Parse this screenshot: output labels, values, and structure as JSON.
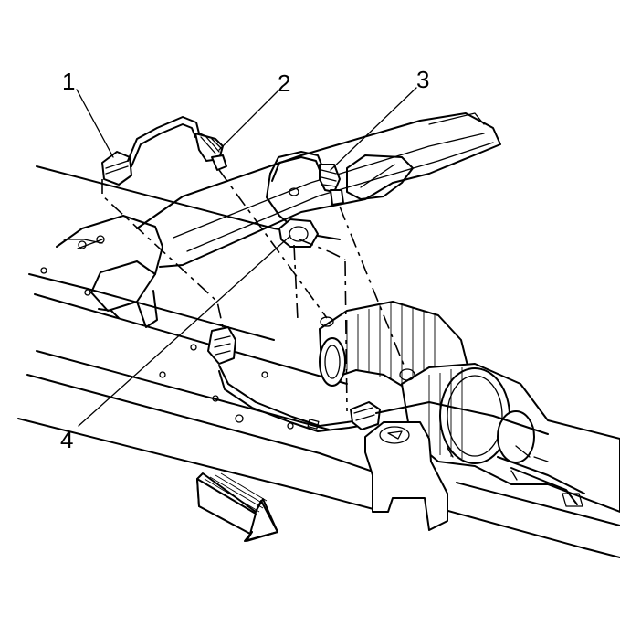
{
  "callouts": [
    {
      "label": "1",
      "part": "oxygen-sensor-connector"
    },
    {
      "label": "2",
      "part": "upstream-oxygen-sensor"
    },
    {
      "label": "3",
      "part": "downstream-oxygen-sensor"
    },
    {
      "label": "4",
      "part": "wiring-harness-clip"
    }
  ],
  "direction_arrow": {
    "icon": "front-direction-arrow-icon"
  },
  "colors": {
    "line": "#000000",
    "background": "#ffffff"
  }
}
